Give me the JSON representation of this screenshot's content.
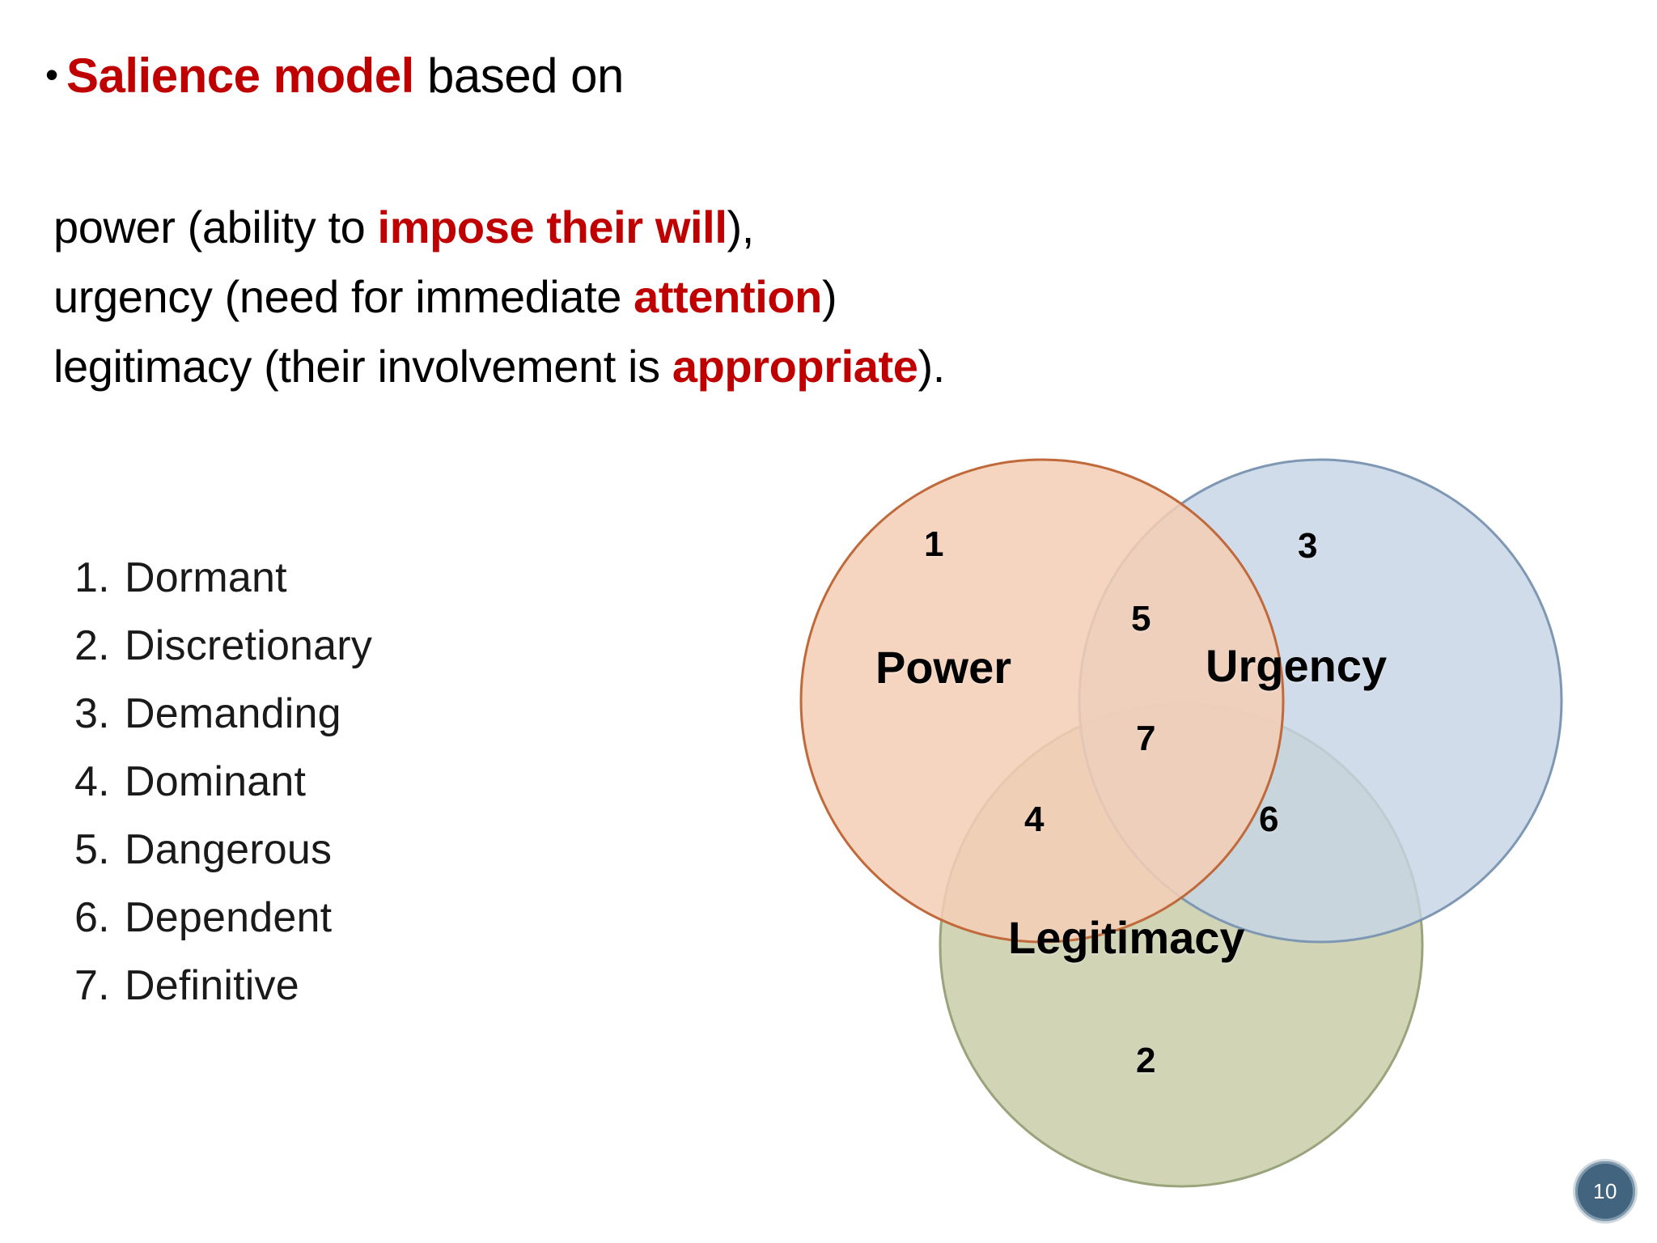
{
  "slide": {
    "background_color": "#ffffff",
    "accent_color": "#c00000",
    "page_number": "10"
  },
  "heading": {
    "bullet_glyph": "•",
    "highlight": "Salience model",
    "rest": " based on"
  },
  "body": {
    "line1_pre": "power (ability to ",
    "line1_hl": "impose their will",
    "line1_post": "),",
    "line2_pre": "urgency (need for immediate ",
    "line2_hl": "attention",
    "line2_post": ")",
    "line3_pre": "legitimacy (their involvement is ",
    "line3_hl": "appropriate",
    "line3_post": ")."
  },
  "list": {
    "items": [
      {
        "index": "1.",
        "label": "Dormant"
      },
      {
        "index": "2.",
        "label": "Discretionary"
      },
      {
        "index": "3.",
        "label": "Demanding"
      },
      {
        "index": "4.",
        "label": "Dominant"
      },
      {
        "index": "5.",
        "label": "Dangerous"
      },
      {
        "index": "6.",
        "label": "Dependent"
      },
      {
        "index": "7.",
        "label": "Definitive"
      }
    ]
  },
  "chart_data": {
    "type": "venn",
    "title": "Salience model",
    "sets": [
      {
        "name": "Power",
        "fill": "#f3ceb6",
        "stroke": "#c0693a",
        "region_number": "1"
      },
      {
        "name": "Urgency",
        "fill": "#c6d4e4",
        "stroke": "#7e97b3",
        "region_number": "3"
      },
      {
        "name": "Legitimacy",
        "fill": "#cdd1b0",
        "stroke": "#9aa47c",
        "region_number": "2"
      }
    ],
    "intersections": [
      {
        "sets": [
          "Power",
          "Urgency"
        ],
        "number": "5",
        "label": "Dangerous"
      },
      {
        "sets": [
          "Power",
          "Legitimacy"
        ],
        "number": "4",
        "label": "Dominant"
      },
      {
        "sets": [
          "Urgency",
          "Legitimacy"
        ],
        "number": "6",
        "label": "Dependent"
      },
      {
        "sets": [
          "Power",
          "Urgency",
          "Legitimacy"
        ],
        "number": "7",
        "label": "Definitive"
      }
    ],
    "region_map": {
      "power_only": "1",
      "legitimacy_only": "2",
      "urgency_only": "3",
      "power_legitimacy": "4",
      "power_urgency": "5",
      "urgency_legitimacy": "6",
      "all_three": "7"
    }
  },
  "venn": {
    "power": "Power",
    "urgency": "Urgency",
    "legitimacy": "Legitimacy",
    "n1": "1",
    "n2": "2",
    "n3": "3",
    "n4": "4",
    "n5": "5",
    "n6": "6",
    "n7": "7"
  }
}
